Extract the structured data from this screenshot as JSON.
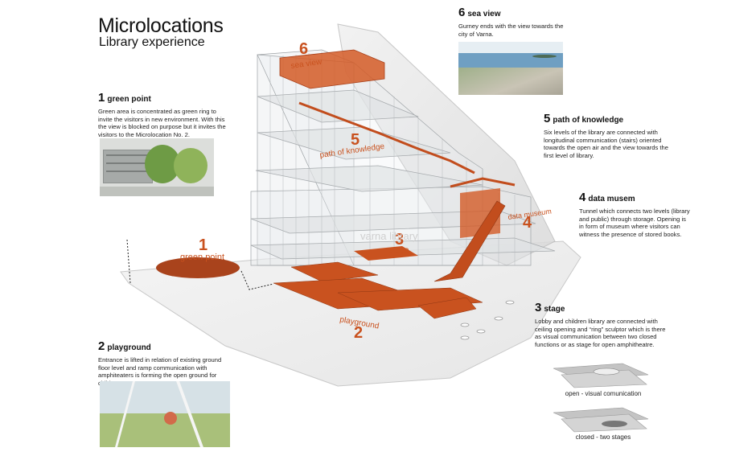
{
  "header": {
    "title": "Microlocations",
    "subtitle": "Library experience"
  },
  "sections": {
    "green_point": {
      "number": "1",
      "name": "green point",
      "body": "Green area is concentrated as green ring to invite the visitors in new environment. With this the view is blocked on purpose but it invites the visitors to the Microlocation No. 2."
    },
    "playground": {
      "number": "2",
      "name": "playground",
      "body": "Entrance is lifted in relation of existing ground floor level and ramp communication with amphiteaters is forming the open ground for children."
    },
    "stage": {
      "number": "3",
      "name": "stage",
      "body": "Lobby and children library are connected with ceiling opening and “ring” sculptor which is there as visual communication between two closed functions or as stage for open amphitheatre."
    },
    "data_museum": {
      "number": "4",
      "name": "data musem",
      "body": "Tunnel which connects two levels (library and public) through storage. Opening is in form of museum where visitors can witness the presence of stored books."
    },
    "path_of_knowledge": {
      "number": "5",
      "name": "path of knowledge",
      "body": "Six levels of the library are connected with longitudinal communication (stairs) oriented towards the open air and the view towards the first level of library."
    },
    "sea_view": {
      "number": "6",
      "name": "sea view",
      "body": "Gurney ends with the view towards the city of Varna."
    }
  },
  "stage_captions": {
    "open": "open - visual comunication",
    "closed": "closed - two stages"
  },
  "diagram_labels": {
    "label1_num": "1",
    "label1_text": "green point",
    "label2_num": "2",
    "label2_text": "playground",
    "label3_num": "3",
    "label3_text": "stage",
    "label4_num": "4",
    "label4_text": "data museum",
    "label5_num": "5",
    "label5_text": "path of knowledge",
    "label6_num": "6",
    "label6_text": "sea view",
    "building_name": "varna library"
  },
  "colors": {
    "accent": "#d0531f",
    "accent_dark": "#a8401a",
    "glass": "#cfd2d4",
    "text": "#111111"
  }
}
